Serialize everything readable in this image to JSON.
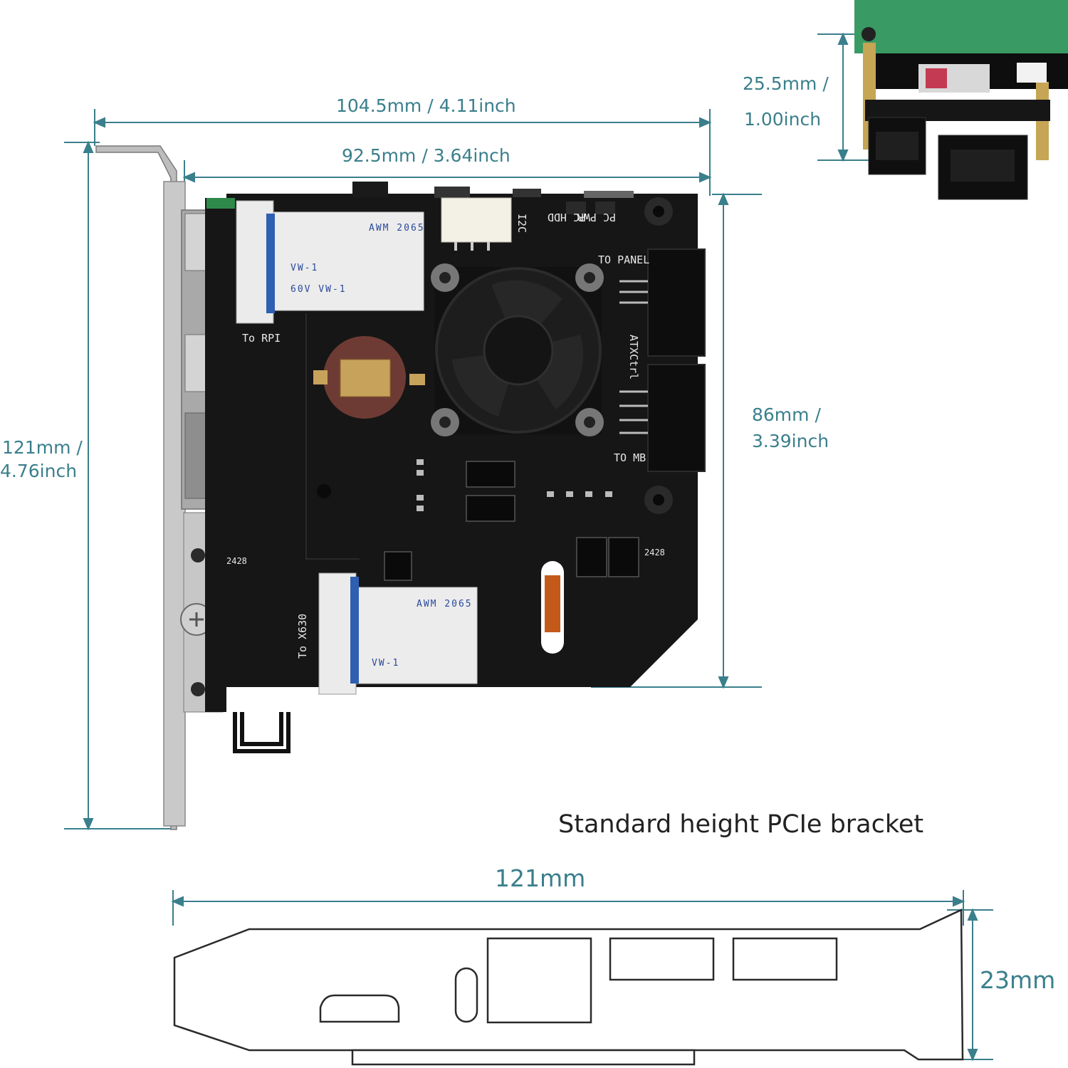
{
  "dimensions": {
    "overall_width": "104.5mm / 4.11inch",
    "board_width": "92.5mm / 3.64inch",
    "bracket_height_mm": "121mm /",
    "bracket_height_in": "4.76inch",
    "board_height_mm": "86mm /",
    "board_height_in": "3.39inch",
    "stack_height_mm": "25.5mm /",
    "stack_height_in": "1.00inch",
    "bracket_length": "121mm",
    "bracket_depth": "23mm"
  },
  "caption": "Standard height PCIe bracket",
  "board_labels": {
    "to_rpi": "To RPI",
    "to_x630": "To X630",
    "to_panel": "TO PANEL",
    "to_mb": "TO MB",
    "atx_ctrl": "ATXCtrl",
    "i2c": "I2C",
    "pc_pwr": "PC PWR",
    "pc_hdd": "PC HDD",
    "board_code_1": "2428",
    "board_code_2": "2428",
    "cable_line_1": "AWM 2065",
    "cable_line_2": "VW-1",
    "cable_line_3": "60V VW-1"
  },
  "colors": {
    "dimension": "#3a7f8c",
    "pcb": "#161616",
    "bracket": "#c9c9c9",
    "caption": "#222222"
  }
}
